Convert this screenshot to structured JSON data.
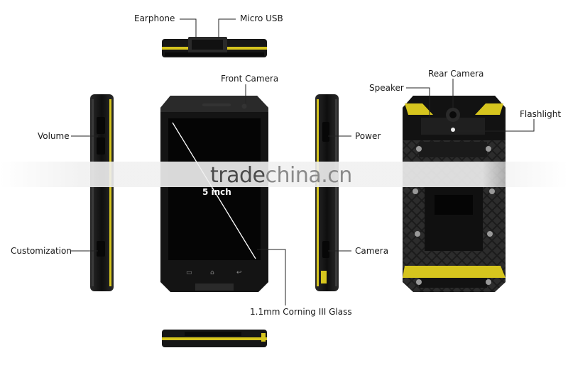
{
  "labels": {
    "earphone": "Earphone",
    "micro_usb": "Micro USB",
    "front_camera": "Front Camera",
    "rear_camera": "Rear Camera",
    "speaker": "Speaker",
    "flashlight": "Flashlight",
    "volume": "Volume",
    "power": "Power",
    "customization": "Customization",
    "camera": "Camera",
    "screen_size": "5 inch",
    "glass": "1.1mm Corning III Glass"
  },
  "watermark": {
    "brand": "trade",
    "domain": "china.cn"
  },
  "colors": {
    "body": "#151515",
    "accent": "#d6c51e",
    "screen": "#050505"
  }
}
